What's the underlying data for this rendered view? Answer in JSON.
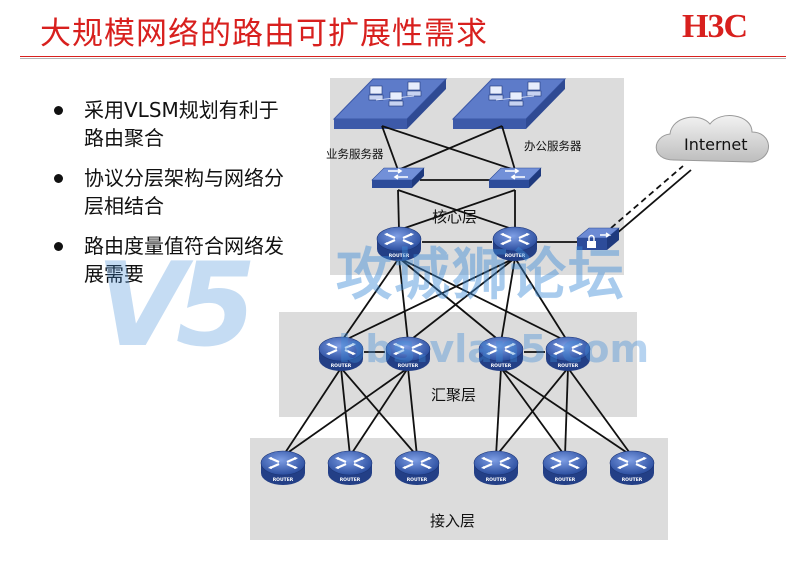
{
  "slide": {
    "title": "大规模网络的路由可扩展性需求",
    "logo": "H3C"
  },
  "bullets": [
    "采用VLSM规划有利于路由聚合",
    "协议分层架构与网络分层相结合",
    "路由度量值符合网络发展需要"
  ],
  "diagram": {
    "layers": {
      "core": "核心层",
      "distribution": "汇聚层",
      "access": "接入层"
    },
    "server_groups": [
      "业务服务器",
      "办公服务器"
    ],
    "cloud": "Internet",
    "device_caption": "ROUTER"
  },
  "watermark": {
    "text": "攻城狮论坛",
    "url": "bbs.vlan5.com",
    "mark": "V5"
  },
  "colors": {
    "title": "#d8201e",
    "router": "#3f63b7",
    "band": "#dcdcdc",
    "server_group": "#5d7bc9",
    "watermark": "#3e8cd7"
  }
}
